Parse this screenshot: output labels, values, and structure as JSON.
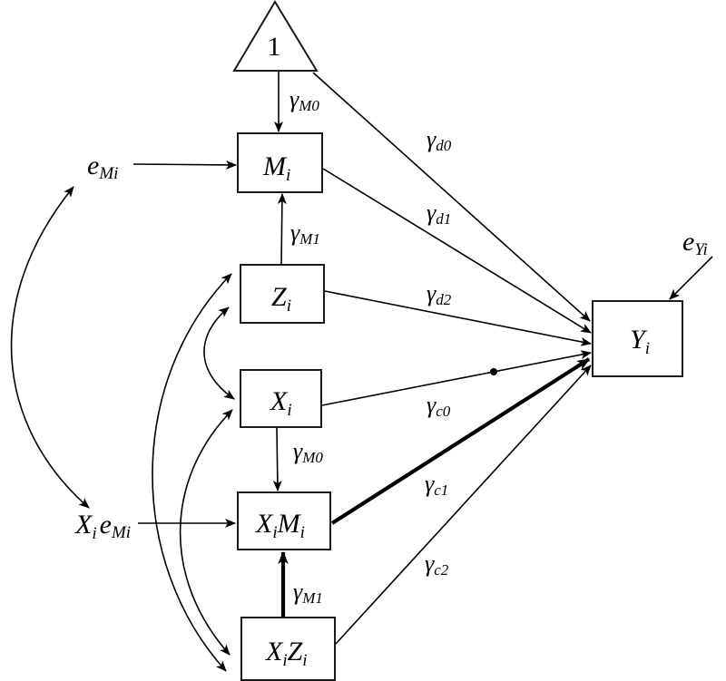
{
  "diagram": {
    "type": "path-diagram",
    "nodes": {
      "constant": {
        "label": "1",
        "shape": "triangle"
      },
      "M": {
        "base": "M",
        "sub": "i"
      },
      "Z": {
        "base": "Z",
        "sub": "i"
      },
      "X": {
        "base": "X",
        "sub": "i"
      },
      "XM": {
        "base1": "X",
        "sub1": "i",
        "base2": "M",
        "sub2": "i"
      },
      "XZ": {
        "base1": "X",
        "sub1": "i",
        "base2": "Z",
        "sub2": "i"
      },
      "Y": {
        "base": "Y",
        "sub": "i"
      }
    },
    "errors": {
      "eM": {
        "base": "e",
        "sub": "Mi"
      },
      "XeM": {
        "base1": "X",
        "sub1": "i",
        "base2": "e",
        "sub2": "Mi"
      },
      "eY": {
        "base": "e",
        "sub": "Yi"
      }
    },
    "paths": [
      {
        "id": "gM0_top",
        "from": "1",
        "to": "M",
        "greek": "γ",
        "sub": "M0"
      },
      {
        "id": "gd0",
        "from": "1",
        "to": "Y",
        "greek": "γ",
        "sub": "d0"
      },
      {
        "id": "gM1_top",
        "from": "Z",
        "to": "M",
        "greek": "γ",
        "sub": "M1"
      },
      {
        "id": "gd1",
        "from": "M",
        "to": "Y",
        "greek": "γ",
        "sub": "d1"
      },
      {
        "id": "gd2",
        "from": "Z",
        "to": "Y",
        "greek": "γ",
        "sub": "d2"
      },
      {
        "id": "gc0",
        "from": "X",
        "to": "Y",
        "greek": "γ",
        "sub": "c0"
      },
      {
        "id": "gM0_bot",
        "from": "X",
        "to": "XM",
        "greek": "γ",
        "sub": "M0"
      },
      {
        "id": "gc1",
        "from": "XM",
        "to": "Y",
        "greek": "γ",
        "sub": "c1",
        "emphasis": "bold"
      },
      {
        "id": "gM1_bot",
        "from": "XZ",
        "to": "XM",
        "greek": "γ",
        "sub": "M1",
        "emphasis": "bold"
      },
      {
        "id": "gc2",
        "from": "XZ",
        "to": "Y",
        "greek": "γ",
        "sub": "c2"
      }
    ],
    "covariances": [
      [
        "eM",
        "XeM"
      ],
      [
        "Z",
        "X"
      ],
      [
        "Z",
        "XZ"
      ],
      [
        "X",
        "XZ"
      ]
    ]
  }
}
